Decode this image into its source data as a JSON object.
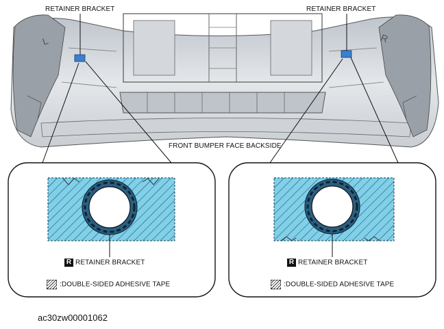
{
  "labels": {
    "retainer_bracket_left": "RETAINER BRACKET",
    "retainer_bracket_right": "RETAINER BRACKET",
    "bumper_caption": "FRONT BUMPER FACE BACKSIDE",
    "left_side_letter": "L",
    "right_side_letter": "R"
  },
  "detail_left": {
    "badge": "R",
    "part_label": "RETAINER BRACKET",
    "legend_label": ":DOUBLE-SIDED ADHESIVE TAPE"
  },
  "detail_right": {
    "badge": "R",
    "part_label": "RETAINER BRACKET",
    "legend_label": ":DOUBLE-SIDED ADHESIVE TAPE"
  },
  "figure_code": "ac30zw00001062",
  "colors": {
    "tape_fill": "#7fd0e8",
    "bracket_marker": "#3a7fd0",
    "bumper_body": "#d9dde2",
    "outline": "#222222"
  }
}
